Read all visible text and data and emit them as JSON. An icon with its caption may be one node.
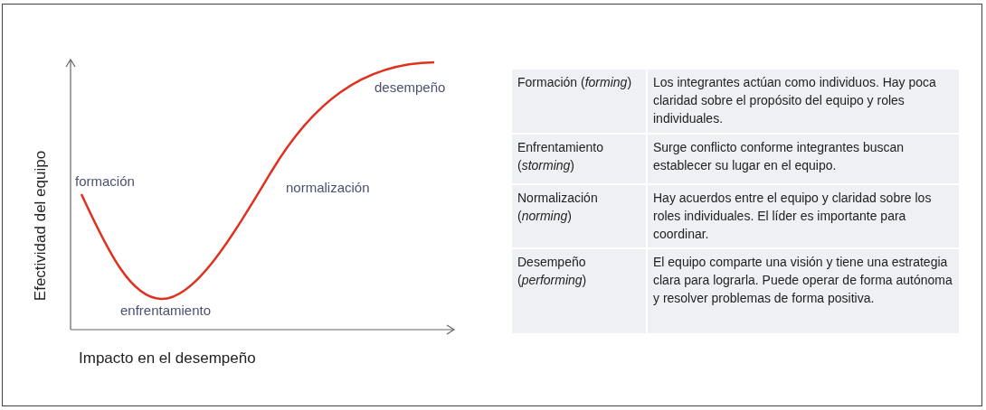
{
  "diagram": {
    "labels": [
      "desempeño",
      "formación",
      "normalización",
      "enfrentamiento",
      "Efectividad del equipo",
      "Impacto en el desempeño",
      "Formación (*forming*)",
      "Los integrantes actúan como individuos. Hay poca claridad sobre el propósito del equipo y roles individuales.",
      "Enfrentamiento (*storming*)",
      "Surge conflicto conforme integrantes buscan establecer su lugar en el equipo.",
      "Normalización (*norming*)",
      "Hay acuerdos entre el equipo y claridad sobre los roles individuales. El líder es importante para coordinar.",
      "Desempeño (*performing*)",
      "El equipo comparte una visión y tiene una estrategia clara para lograrla. Puede operar de forma autónoma y resolver problemas de forma positiva."
    ]
  }
}
